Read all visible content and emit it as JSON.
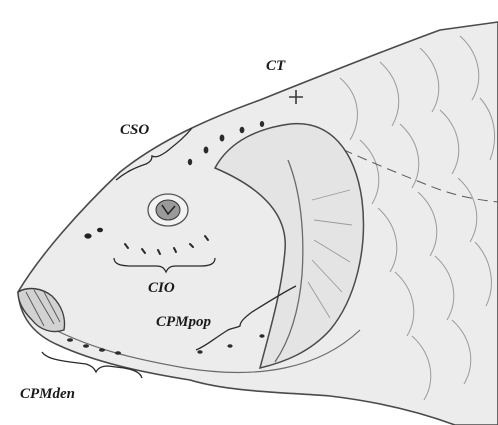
{
  "figure": {
    "subject": "lateral-line-canals-fish-head",
    "colors": {
      "paper": "#ffffff",
      "body_fill": "#ececec",
      "outline": "#4a4a4a",
      "pencil_light": "#8a8a8a",
      "pores": "#2b2b2b",
      "label": "#1a1a1a"
    }
  },
  "labels": {
    "ct": "CT",
    "cso": "CSO",
    "cio": "CIO",
    "cpmpop": "CPMpop",
    "cpmden": "CPMden"
  }
}
